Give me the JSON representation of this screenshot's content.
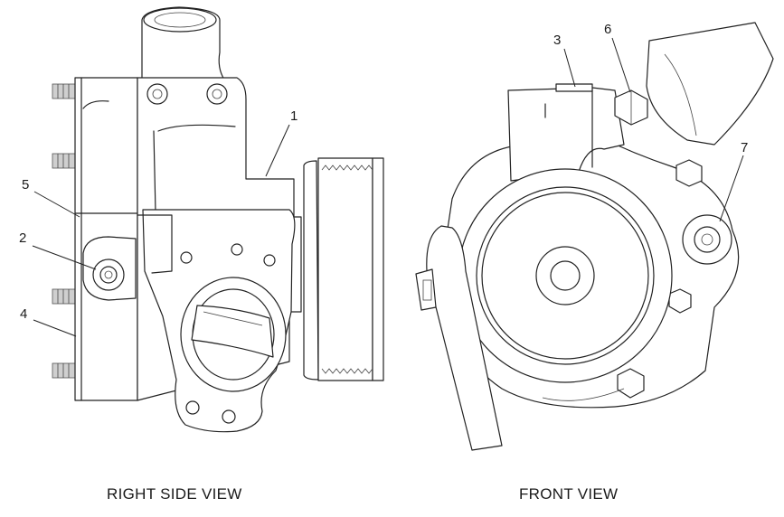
{
  "views": {
    "right_side": {
      "caption": "RIGHT SIDE VIEW"
    },
    "front": {
      "caption": "FRONT VIEW"
    }
  },
  "callouts": [
    {
      "id": "c1",
      "label": "1"
    },
    {
      "id": "c2",
      "label": "2"
    },
    {
      "id": "c3",
      "label": "3"
    },
    {
      "id": "c4",
      "label": "4"
    },
    {
      "id": "c5",
      "label": "5"
    },
    {
      "id": "c6",
      "label": "6"
    },
    {
      "id": "c7",
      "label": "7"
    }
  ]
}
